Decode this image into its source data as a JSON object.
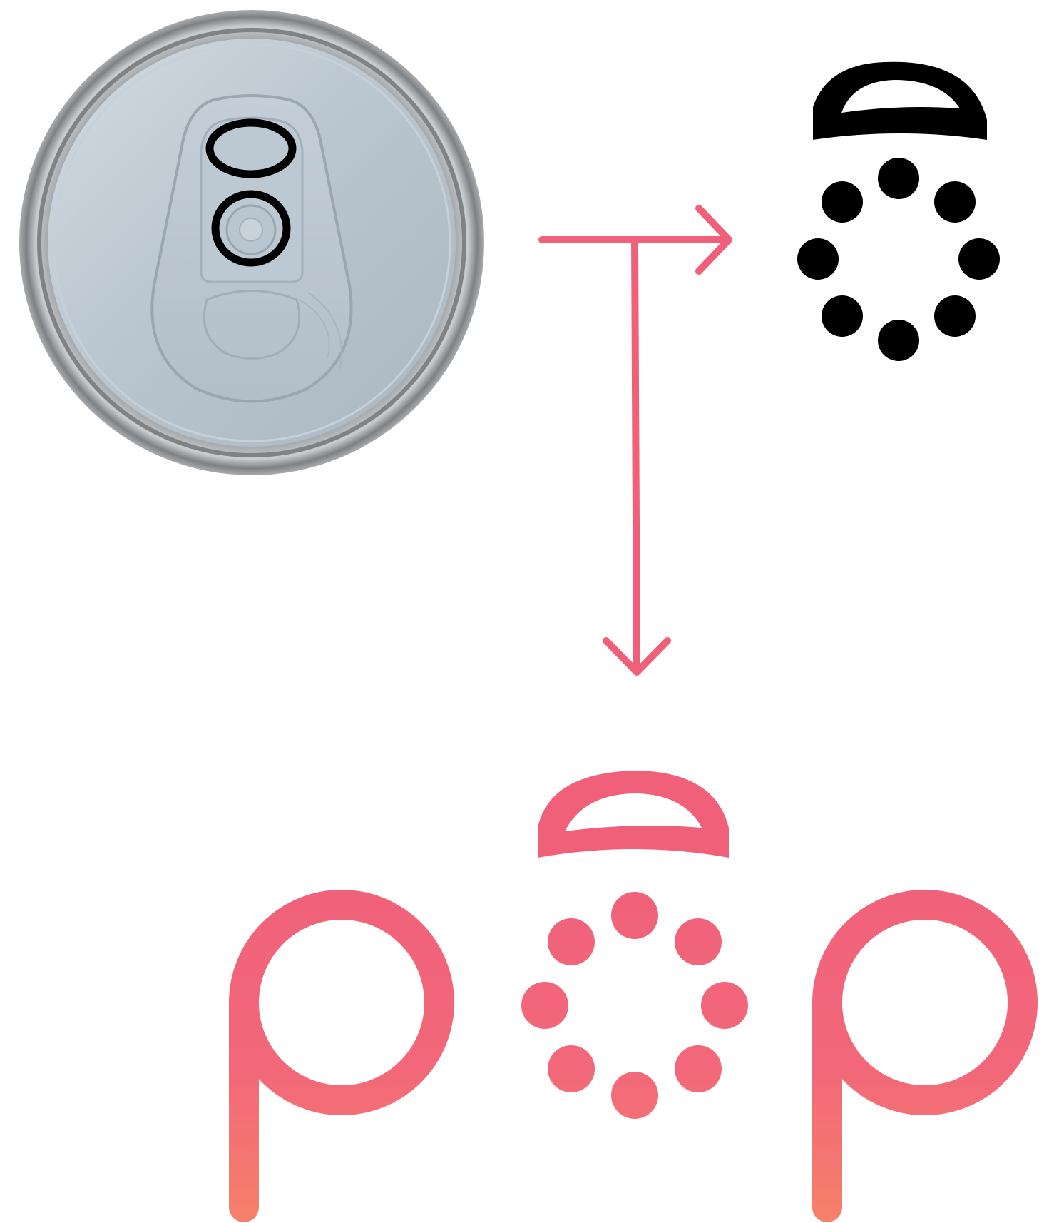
{
  "logo": {
    "wordmark": "pop",
    "colors": {
      "brand_pink": "#f06079",
      "brand_orange": "#f6806a",
      "arrow": "#f06079",
      "sketch_black": "#000000",
      "can_silver": "#b9c5cf",
      "can_rim": "#8f9396"
    },
    "icons": [
      "can-lid-photo",
      "right-arrow-icon",
      "down-arrow-icon",
      "lid-tab-icon",
      "dots-ring-icon",
      "pop-logo"
    ]
  }
}
